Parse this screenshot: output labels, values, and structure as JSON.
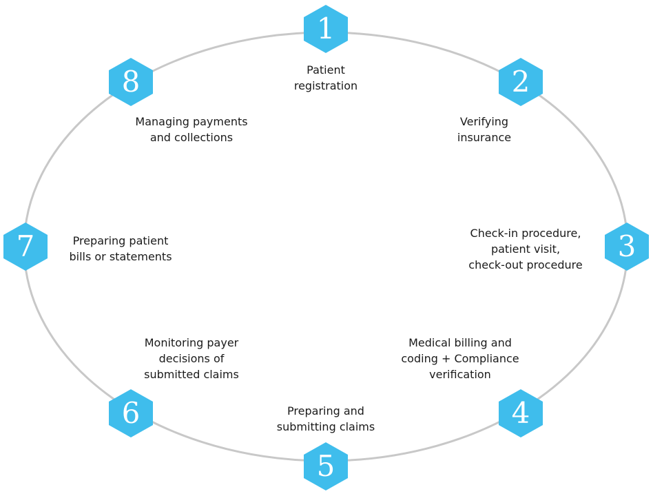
{
  "colors": {
    "hexagon": "#3fbdec",
    "ring": "#c8c8c8",
    "text": "#1a1a1a",
    "number": "#ffffff"
  },
  "steps": [
    {
      "number": "1",
      "lines": [
        "Patient",
        "registration"
      ]
    },
    {
      "number": "2",
      "lines": [
        "Verifying",
        "insurance"
      ]
    },
    {
      "number": "3",
      "lines": [
        "Check-in procedure,",
        "patient visit,",
        "check-out procedure"
      ]
    },
    {
      "number": "4",
      "lines": [
        "Medical billing and",
        "coding + Compliance",
        "verification"
      ]
    },
    {
      "number": "5",
      "lines": [
        "Preparing and",
        "submitting claims"
      ]
    },
    {
      "number": "6",
      "lines": [
        "Monitoring payer",
        "decisions of",
        "submitted claims"
      ]
    },
    {
      "number": "7",
      "lines": [
        "Preparing patient",
        "bills or statements"
      ]
    },
    {
      "number": "8",
      "lines": [
        "Managing payments",
        "and collections"
      ]
    }
  ]
}
